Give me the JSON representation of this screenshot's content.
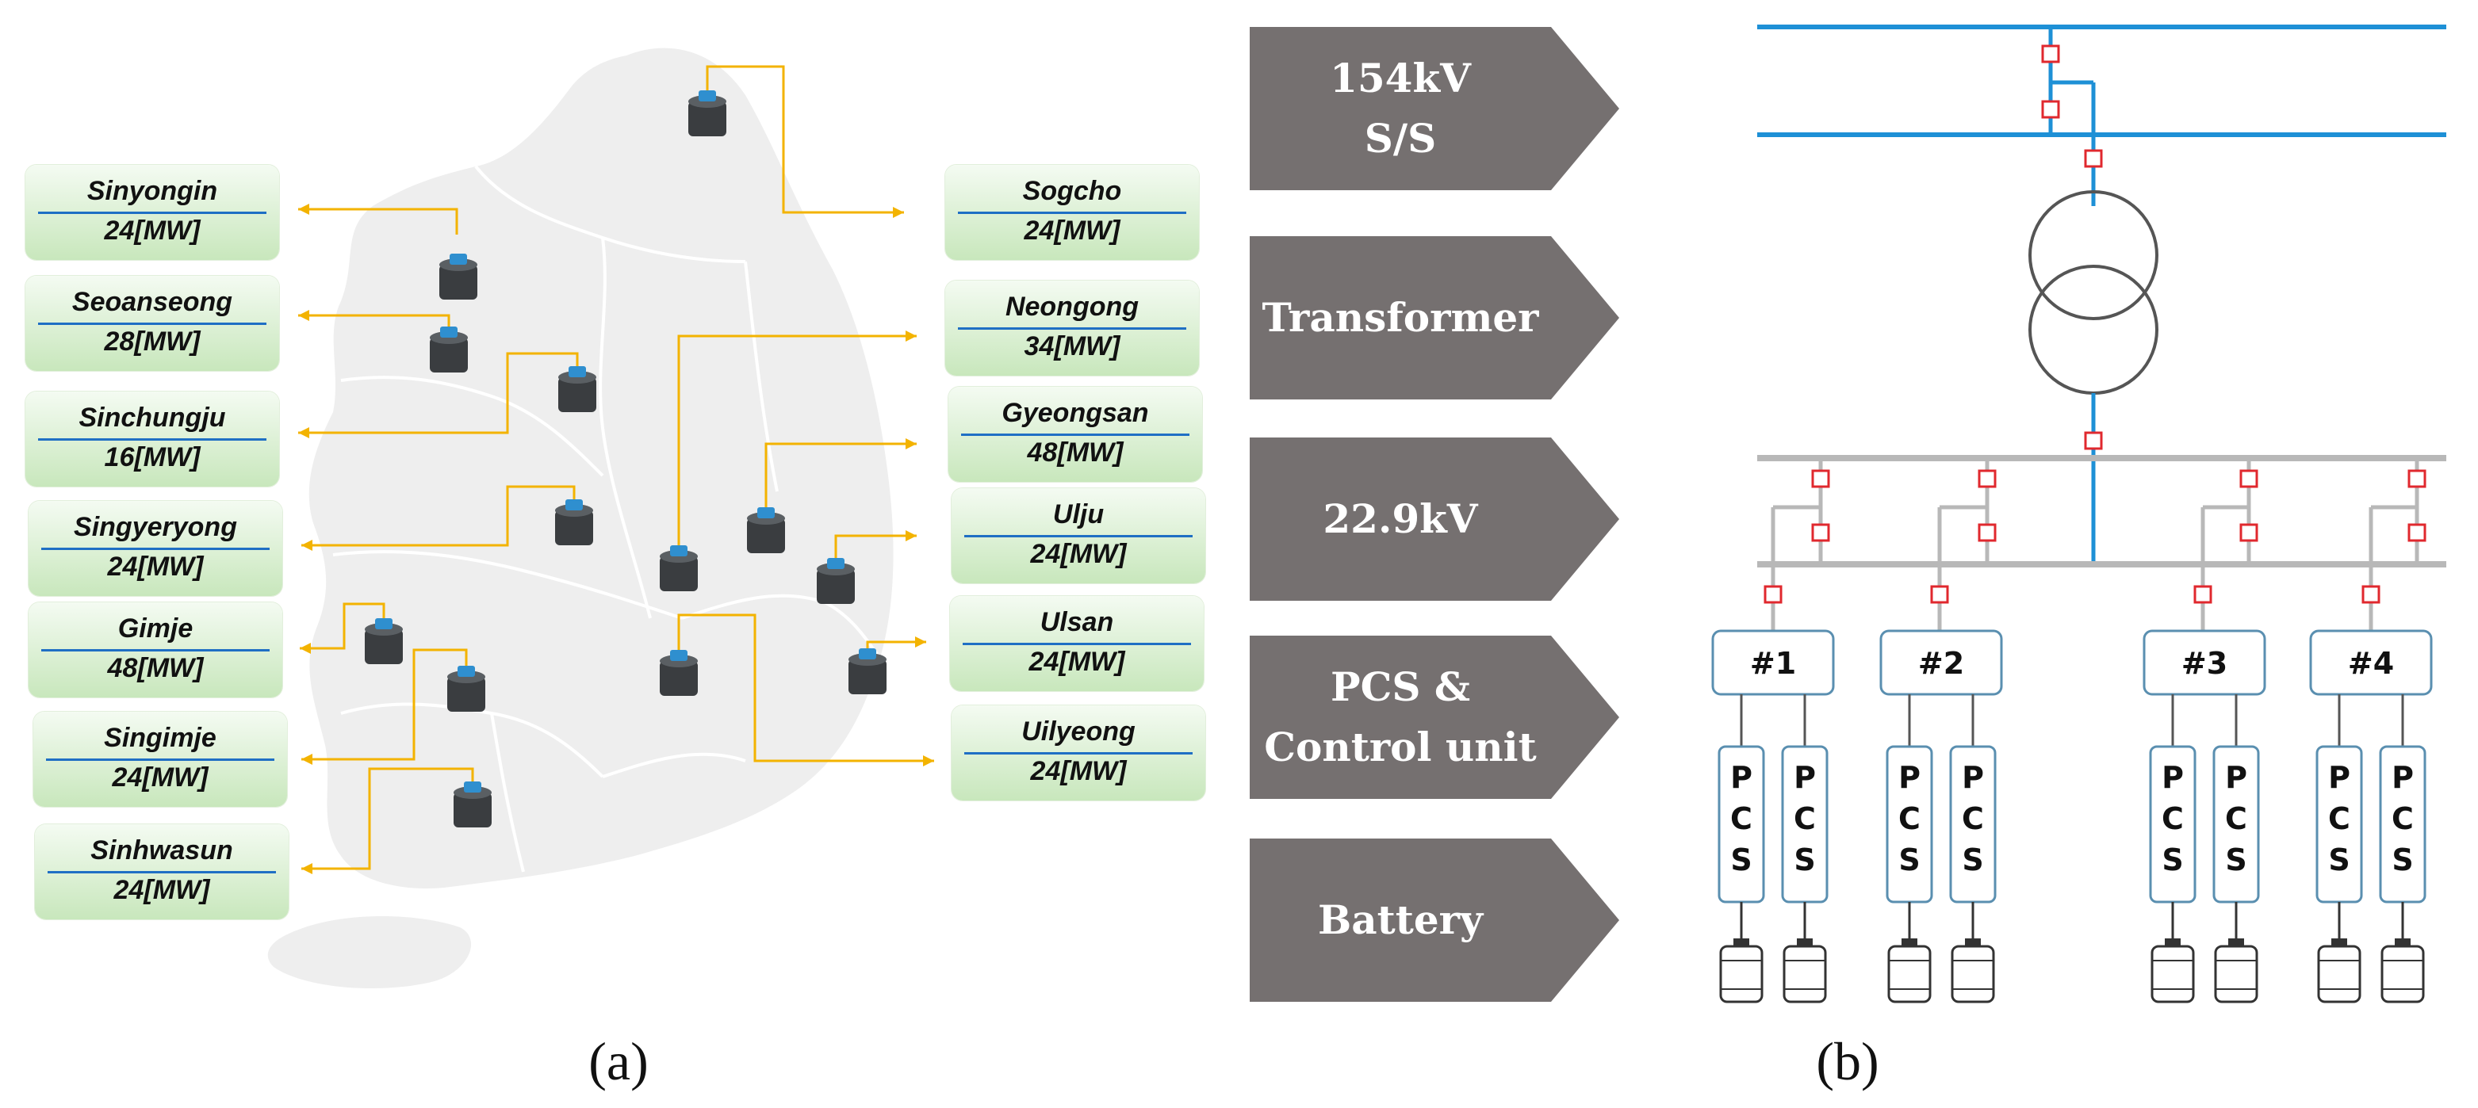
{
  "panel_labels": {
    "a": "(a)",
    "b": "(b)"
  },
  "sites_left": [
    {
      "name": "Sinyongin",
      "capacity": "24[MW]"
    },
    {
      "name": "Seoanseong",
      "capacity": "28[MW]"
    },
    {
      "name": "Sinchungju",
      "capacity": "16[MW]"
    },
    {
      "name": "Singyeryong",
      "capacity": "24[MW]"
    },
    {
      "name": "Gimje",
      "capacity": "48[MW]"
    },
    {
      "name": "Singimje",
      "capacity": "24[MW]"
    },
    {
      "name": "Sinhwasun",
      "capacity": "24[MW]"
    }
  ],
  "sites_right": [
    {
      "name": "Sogcho",
      "capacity": "24[MW]"
    },
    {
      "name": "Neongong",
      "capacity": "34[MW]"
    },
    {
      "name": "Gyeongsan",
      "capacity": "48[MW]"
    },
    {
      "name": "Ulju",
      "capacity": "24[MW]"
    },
    {
      "name": "Ulsan",
      "capacity": "24[MW]"
    },
    {
      "name": "Uilyeong",
      "capacity": "24[MW]"
    }
  ],
  "stages": [
    {
      "label": "154kV\nS/S"
    },
    {
      "label": "Transformer"
    },
    {
      "label": "22.9kV"
    },
    {
      "label": "PCS & Control unit"
    },
    {
      "label": "Battery"
    }
  ],
  "units": [
    {
      "label": "#1",
      "pcs": [
        "P",
        "C",
        "S"
      ]
    },
    {
      "label": "#2",
      "pcs": [
        "P",
        "C",
        "S"
      ]
    },
    {
      "label": "#3",
      "pcs": [
        "P",
        "C",
        "S"
      ]
    },
    {
      "label": "#4",
      "pcs": [
        "P",
        "C",
        "S"
      ]
    }
  ],
  "colors": {
    "hv_bus": "#1e90d6",
    "mv_bus": "#b8b8b8",
    "breaker": "#e0282e",
    "leader": "#f3b300",
    "stage_arrow": "#757070",
    "site_box_top": "#f4fbf2",
    "site_box_bottom": "#c8e7bc",
    "map_fill": "#eeeeee",
    "battery_icon": "#3a3d40",
    "battery_cap": "#2f8fcf"
  }
}
